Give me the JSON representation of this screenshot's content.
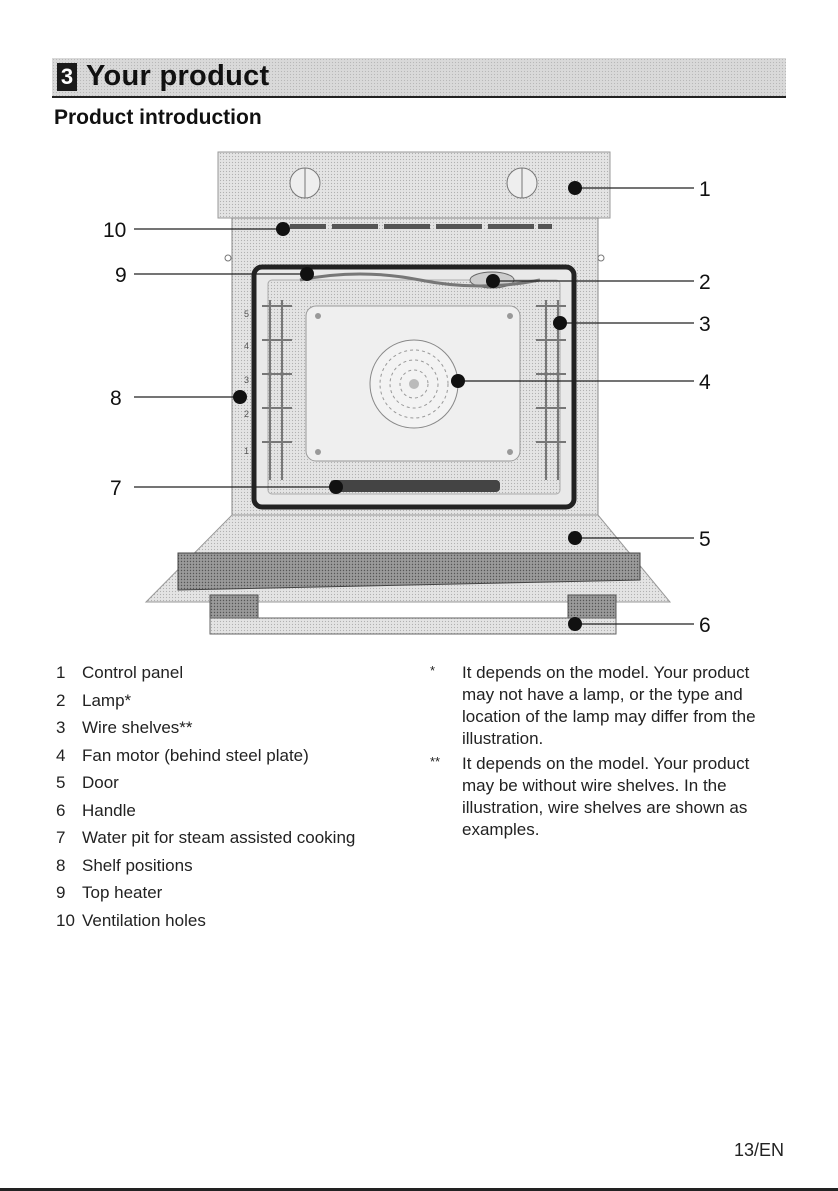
{
  "section": {
    "number": "3",
    "title": "Your product"
  },
  "subtitle": "Product introduction",
  "callouts": [
    "1",
    "2",
    "3",
    "4",
    "5",
    "6",
    "7",
    "8",
    "9",
    "10"
  ],
  "shelf_numbers": [
    "5",
    "4",
    "3",
    "2",
    "1"
  ],
  "legend": [
    {
      "num": "1",
      "label": "Control panel"
    },
    {
      "num": "2",
      "label": "Lamp*"
    },
    {
      "num": "3",
      "label": "Wire shelves**"
    },
    {
      "num": "4",
      "label": "Fan motor (behind steel plate)"
    },
    {
      "num": "5",
      "label": "Door"
    },
    {
      "num": "6",
      "label": "Handle"
    },
    {
      "num": "7",
      "label": "Water pit for steam assisted cooking"
    },
    {
      "num": "8",
      "label": "Shelf positions"
    },
    {
      "num": "9",
      "label": "Top heater"
    },
    {
      "num": "10",
      "label": "Ventilation holes"
    }
  ],
  "notes": [
    {
      "mark": "*",
      "text": "It depends on the model. Your product may not have a lamp, or the type and location of the lamp may differ from the illustration."
    },
    {
      "mark": "**",
      "text": "It depends on the model. Your product may be without wire shelves. In the illustration, wire shelves are shown as examples."
    }
  ],
  "page_number": "13/EN"
}
